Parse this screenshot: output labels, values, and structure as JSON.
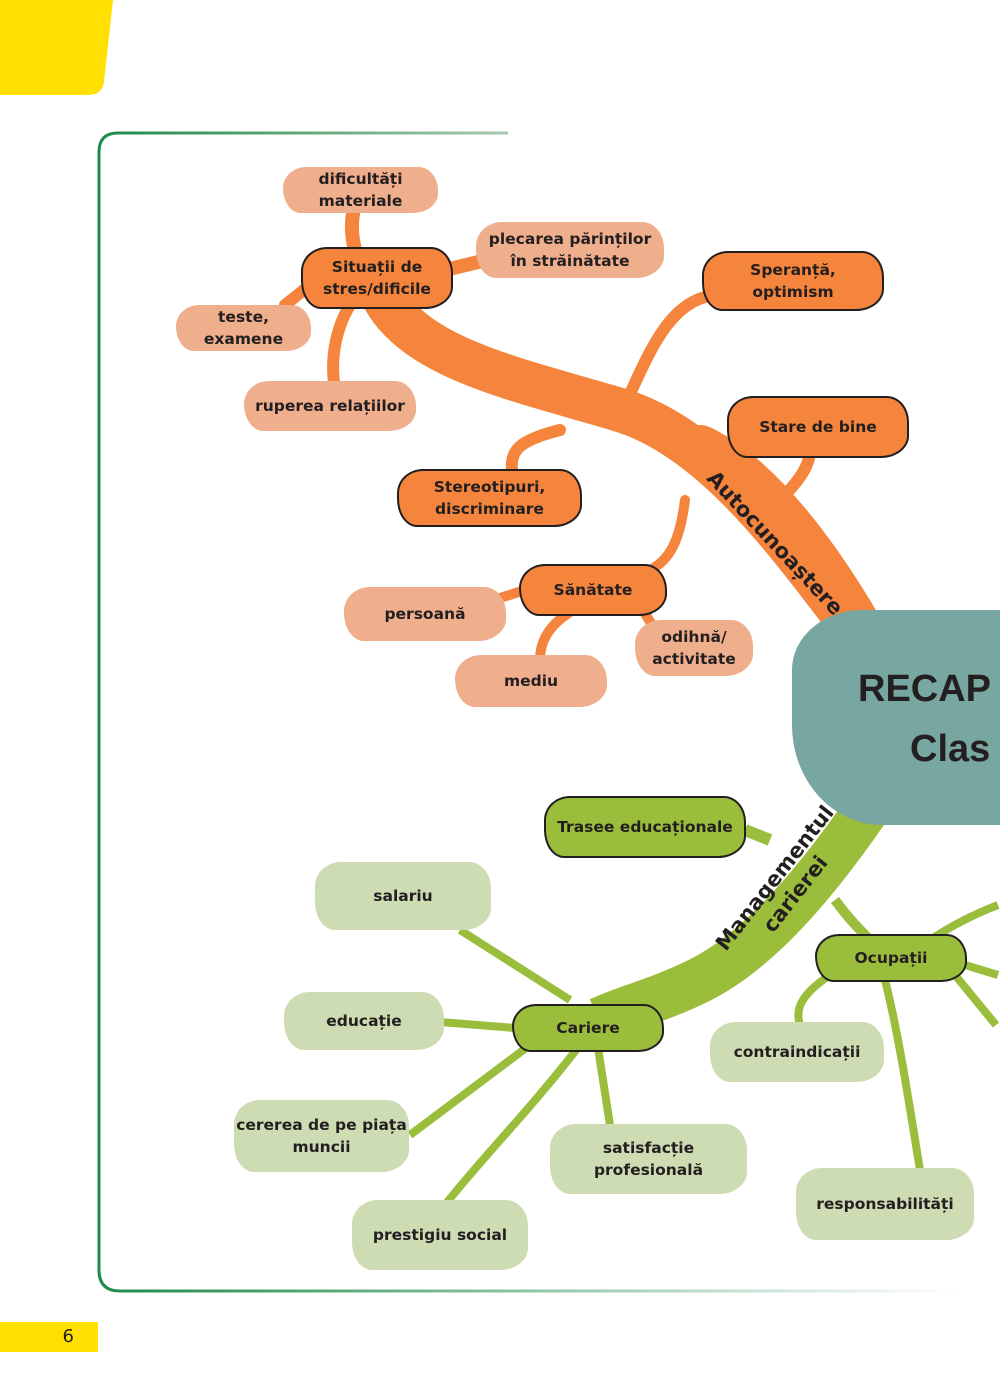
{
  "page_number": "6",
  "colors": {
    "accent_yellow": "#ffe000",
    "frame_green": "#1e8a4a",
    "orange": "#f5843c",
    "salmon": "#efae8c",
    "teal": "#78a6a0",
    "green": "#9bbd3c",
    "light_green": "#cddcb3"
  },
  "center": {
    "line1": "RECAP",
    "line2": "Clas"
  },
  "branches": {
    "autocunoastere": {
      "label": "Autocunoaștere",
      "nodes": {
        "situatii": "Situații de\nstres/dificile",
        "dificultati": "dificultăți\nmateriale",
        "plecarea": "plecarea părinților\nîn străinătate",
        "teste": "teste,\nexamene",
        "ruperea": "ruperea relațiilor",
        "speranta": "Speranță,\noptimism",
        "stare": "Stare de bine",
        "stereotipuri": "Stereotipuri,\ndiscriminare",
        "sanatate": "Sănătate",
        "persoana": "persoană",
        "odihna": "odihnă/\nactivitate",
        "mediu": "mediu"
      }
    },
    "managementul": {
      "label": "Managementul\ncarierei",
      "nodes": {
        "trasee": "Trasee educaționale",
        "cariere": "Cariere",
        "salariu": "salariu",
        "educatie": "educație",
        "cererea": "cererea de pe piața\nmuncii",
        "satisfactie": "satisfacție\nprofesională",
        "prestigiu": "prestigiu social",
        "ocupatii": "Ocupații",
        "contraindicatii": "contraindicații",
        "responsabilitati": "responsabilități"
      }
    }
  }
}
